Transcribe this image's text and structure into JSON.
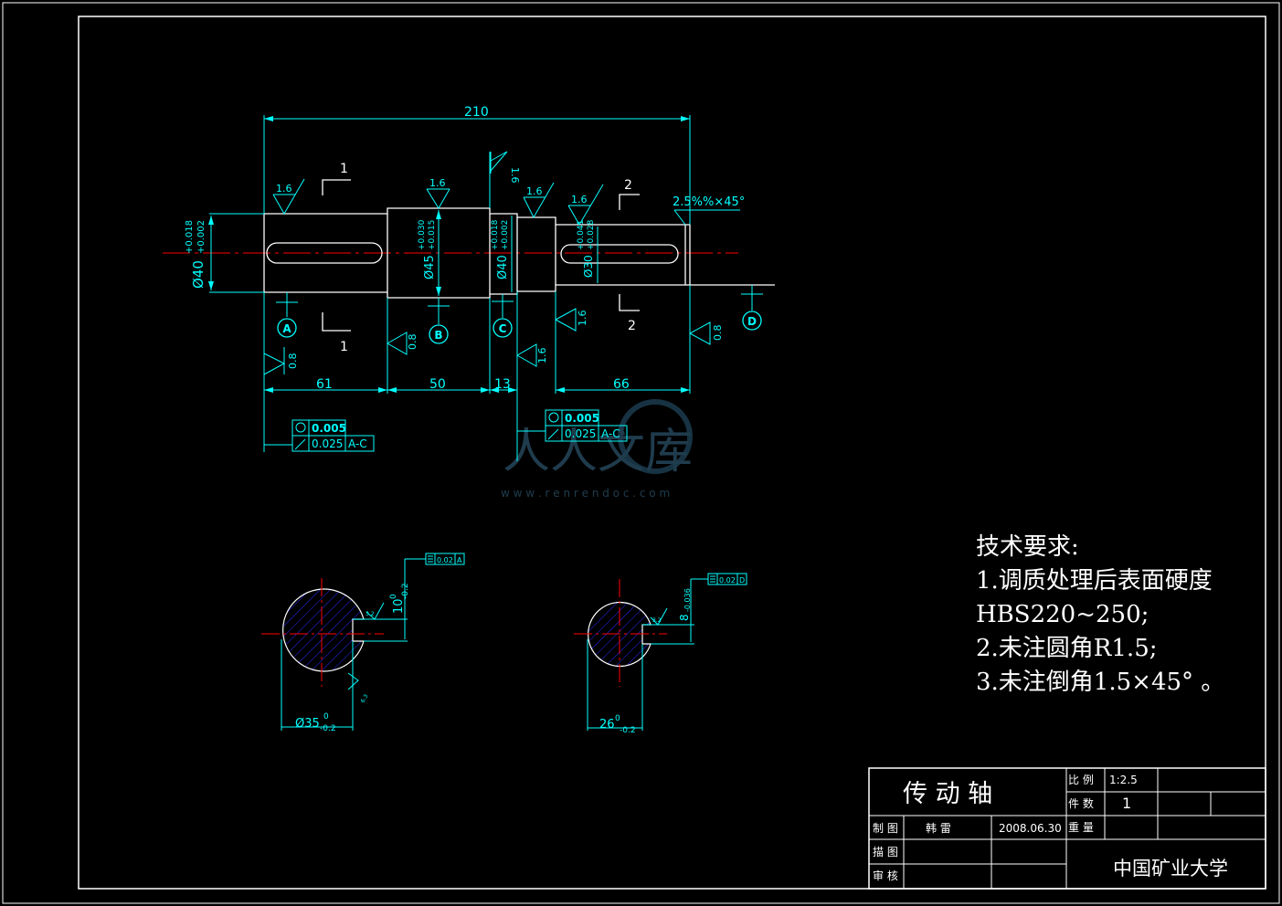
{
  "colors": {
    "background": "#000000",
    "line": "#ffffff",
    "dimension": "#00ffff",
    "centerline": "#ff0000",
    "hatch": "#0000ff"
  },
  "dims": {
    "overall": "210",
    "seg1": "61",
    "seg2": "50",
    "seg3": "13",
    "seg4": "66",
    "chamfer": "2.5%%×45°",
    "dia1": "Ø40",
    "dia1_tol_up": "+0.018",
    "dia1_tol_lo": "+0.002",
    "dia2": "Ø45",
    "dia2_tol_up": "+0.030",
    "dia2_tol_lo": "+0.015",
    "dia3": "Ø40",
    "dia3_tol_up": "+0.018",
    "dia3_tol_lo": "+0.002",
    "dia4": "Ø30",
    "dia4_tol_up": "+0.041",
    "dia4_tol_lo": "+0.028"
  },
  "roughness": {
    "r1": "1.6",
    "r2": "0.8",
    "r3": "1.6",
    "r4": "1.6",
    "r5": "1.6",
    "r6": "0.8",
    "r7": "1.6",
    "r8": "1.6",
    "r9": "1.6",
    "r10": "0.8"
  },
  "datums": {
    "a": "A",
    "b": "B",
    "c": "C",
    "d": "D"
  },
  "section_marks": {
    "s1_top": "1",
    "s1_bottom": "1",
    "s2_top": "2",
    "s2_bottom": "2"
  },
  "tolerance_frames": {
    "left": {
      "roundness": "0.005",
      "runout": "0.025",
      "runout_datum": "A-C"
    },
    "right": {
      "roundness": "0.005",
      "runout": "0.025",
      "runout_datum": "A-C"
    }
  },
  "sections": {
    "left": {
      "diameter": "Ø35",
      "dia_tol_up": "0",
      "dia_tol_lo": "-0.2",
      "keyway": "10",
      "keyway_tol_up": "0",
      "keyway_tol_lo": "-0.2",
      "sym_value": "0.02",
      "sym_datum": "A",
      "rough_1": "3.2",
      "rough_2": "6.3"
    },
    "right": {
      "diameter": "26",
      "dia_tol_up": "0",
      "dia_tol_lo": "-0.2",
      "keyway": "8",
      "keyway_tol": "-0.036",
      "sym_value": "0.02",
      "sym_datum": "D",
      "rough_1": "3.2"
    }
  },
  "watermark": {
    "brand": "人人文库",
    "url": "w w w . r e n r e n d o c . c o m"
  },
  "notes": {
    "title": "技术要求:",
    "line1": "1.调质处理后表面硬度",
    "line2": "HBS220~250;",
    "line3": "2.未注圆角R1.5;",
    "line4": "3.未注倒角1.5×45° 。"
  },
  "title_block": {
    "part_name": "传 动 轴",
    "scale_label": "比 例",
    "scale_value": "1:2.5",
    "qty_label": "件 数",
    "qty_value": "1",
    "weight_label": "重 量",
    "drawn_label": "制 图",
    "drawn_by": "韩 雷",
    "drawn_date": "2008.06.30",
    "traced_label": "描 图",
    "checked_label": "审 核",
    "school": "中国矿业大学"
  }
}
